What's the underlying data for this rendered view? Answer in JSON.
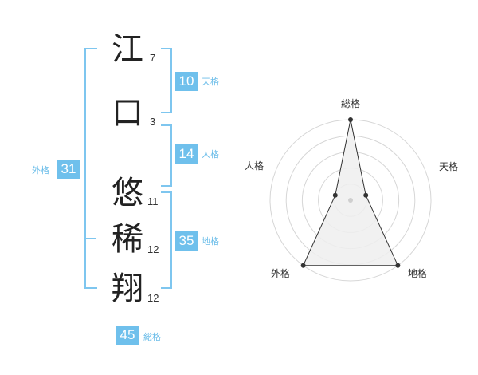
{
  "colors": {
    "accent": "#6fc0ec",
    "label": "#6bbde9",
    "bracket": "#7ec6ef",
    "text": "#222222"
  },
  "name": {
    "characters": [
      {
        "char": "江",
        "strokes": "7"
      },
      {
        "char": "口",
        "strokes": "3"
      },
      {
        "char": "悠",
        "strokes": "11"
      },
      {
        "char": "稀",
        "strokes": "12"
      },
      {
        "char": "翔",
        "strokes": "12"
      }
    ]
  },
  "fortune": {
    "tenkaku": {
      "value": "10",
      "label": "天格"
    },
    "jinkaku": {
      "value": "14",
      "label": "人格"
    },
    "chikaku": {
      "value": "35",
      "label": "地格"
    },
    "gaikaku": {
      "value": "31",
      "label": "外格"
    },
    "soukaku": {
      "value": "45",
      "label": "総格"
    }
  },
  "chart_data": {
    "type": "radar",
    "axes": [
      "総格",
      "天格",
      "地格",
      "外格",
      "人格"
    ],
    "values": [
      5,
      1,
      5,
      5,
      1
    ],
    "max": 5,
    "rings": 5,
    "fill": "#efefef",
    "stroke": "#333333",
    "grid": true
  }
}
